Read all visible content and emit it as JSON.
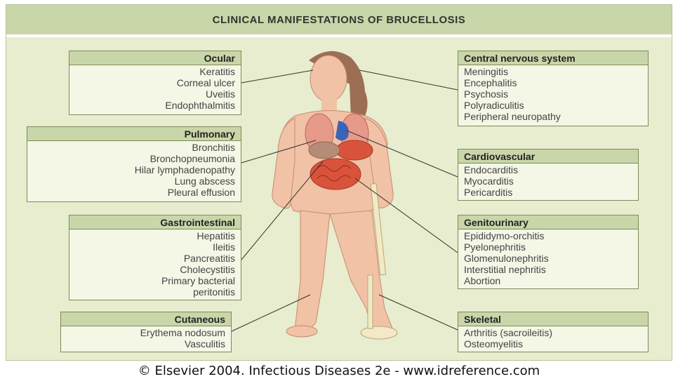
{
  "title": "CLINICAL MANIFESTATIONS OF BRUCELLOSIS",
  "groups": {
    "ocular": {
      "header": "Ocular",
      "items": [
        "Keratitis",
        "Corneal ulcer",
        "Uveitis",
        "Endophthalmitis"
      ]
    },
    "pulmonary": {
      "header": "Pulmonary",
      "items": [
        "Bronchitis",
        "Bronchopneumonia",
        "Hilar lymphadenopathy",
        "Lung abscess",
        "Pleural effusion"
      ]
    },
    "gastrointestinal": {
      "header": "Gastrointestinal",
      "items": [
        "Hepatitis",
        "Ileitis",
        "Pancreatitis",
        "Cholecystitis",
        "Primary bacterial",
        "peritonitis"
      ]
    },
    "cutaneous": {
      "header": "Cutaneous",
      "items": [
        "Erythema nodosum",
        "Vasculitis"
      ]
    },
    "cns": {
      "header": "Central nervous system",
      "items": [
        "Meningitis",
        "Encephalitis",
        "Psychosis",
        "Polyradiculitis",
        "Peripheral neuropathy"
      ]
    },
    "cardiovascular": {
      "header": "Cardiovascular",
      "items": [
        "Endocarditis",
        "Myocarditis",
        "Pericarditis"
      ]
    },
    "genitourinary": {
      "header": "Genitourinary",
      "items": [
        "Epididymo-orchitis",
        "Pyelonephritis",
        "Glomenulonephritis",
        "Interstitial nephritis",
        "Abortion"
      ]
    },
    "skeletal": {
      "header": "Skeletal",
      "items": [
        "Arthritis (sacroileitis)",
        "Osteomyelitis"
      ]
    }
  },
  "credit": "© Elsevier 2004. Infectious Diseases 2e - www.idreference.com",
  "colors": {
    "panel": "#e7edce",
    "header": "#c9d6a9",
    "skin": "#f1c2a6",
    "bone": "#f3e9c6",
    "intestine": "#d9533a"
  }
}
